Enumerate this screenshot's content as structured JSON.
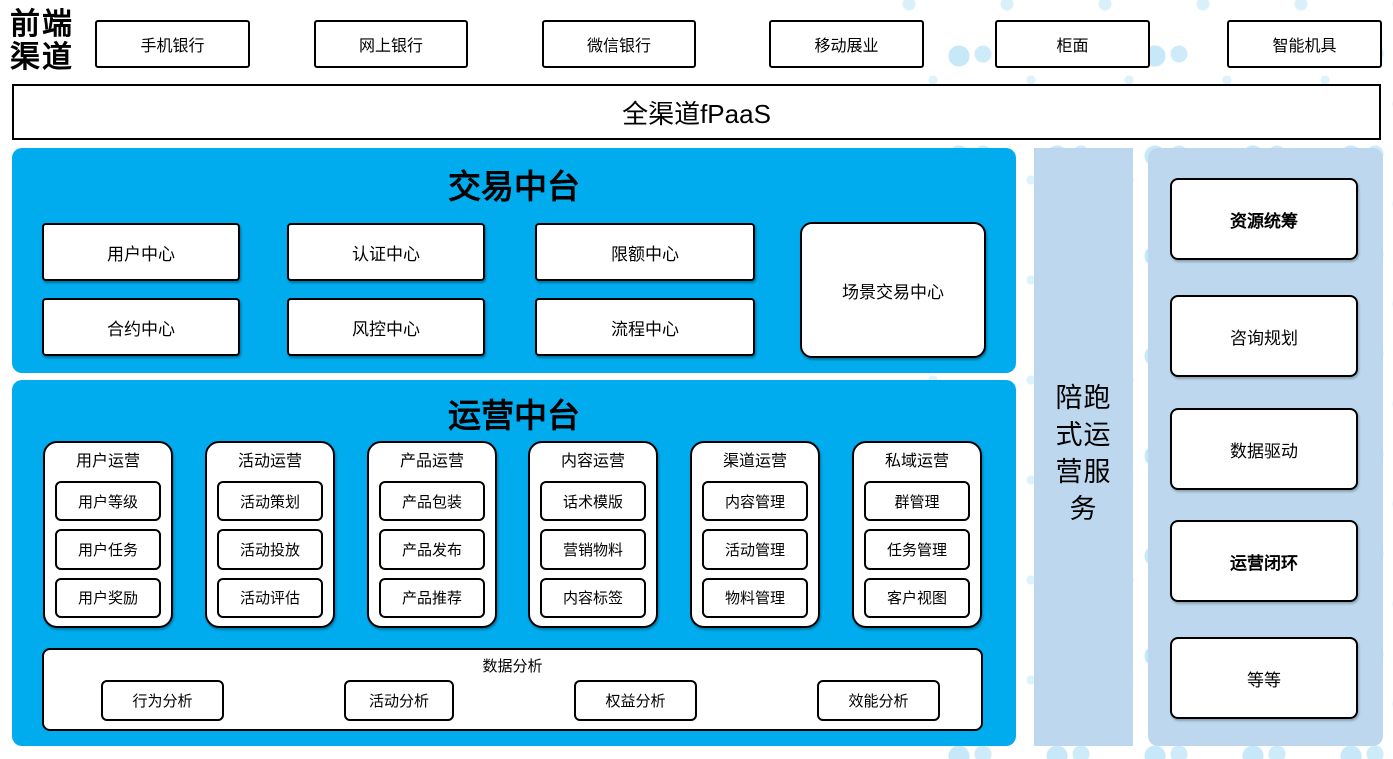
{
  "colors": {
    "primary_blue": "#00ACEE",
    "panel_light_blue": "#BDD8EE",
    "dot_pattern_blue": "#C7E8F8",
    "box_background": "#FFFFFF",
    "border": "#000000"
  },
  "frontend": {
    "label": "前端渠道",
    "channels": [
      "手机银行",
      "网上银行",
      "微信银行",
      "移动展业",
      "柜面",
      "智能机具"
    ]
  },
  "fpaas": {
    "title": "全渠道fPaaS"
  },
  "transaction": {
    "title": "交易中台",
    "centers": [
      "用户中心",
      "认证中心",
      "限额中心",
      "合约中心",
      "风控中心",
      "流程中心"
    ],
    "scene_center": "场景交易中心"
  },
  "operation": {
    "title": "运营中台",
    "columns": [
      {
        "title": "用户运营",
        "items": [
          "用户等级",
          "用户任务",
          "用户奖励"
        ]
      },
      {
        "title": "活动运营",
        "items": [
          "活动策划",
          "活动投放",
          "活动评估"
        ]
      },
      {
        "title": "产品运营",
        "items": [
          "产品包装",
          "产品发布",
          "产品推荐"
        ]
      },
      {
        "title": "内容运营",
        "items": [
          "话术模版",
          "营销物料",
          "内容标签"
        ]
      },
      {
        "title": "渠道运营",
        "items": [
          "内容管理",
          "活动管理",
          "物料管理"
        ]
      },
      {
        "title": "私域运营",
        "items": [
          "群管理",
          "任务管理",
          "客户视图"
        ]
      }
    ],
    "analysis": {
      "title": "数据分析",
      "items": [
        "行为分析",
        "活动分析",
        "权益分析",
        "效能分析"
      ]
    }
  },
  "companion_strip": {
    "label": "陪跑式运营服务"
  },
  "service_panel": {
    "items": [
      {
        "label": "资源统筹",
        "bold": true
      },
      {
        "label": "咨询规划",
        "bold": false
      },
      {
        "label": "数据驱动",
        "bold": false
      },
      {
        "label": "运营闭环",
        "bold": true
      },
      {
        "label": "等等",
        "bold": false
      }
    ]
  }
}
